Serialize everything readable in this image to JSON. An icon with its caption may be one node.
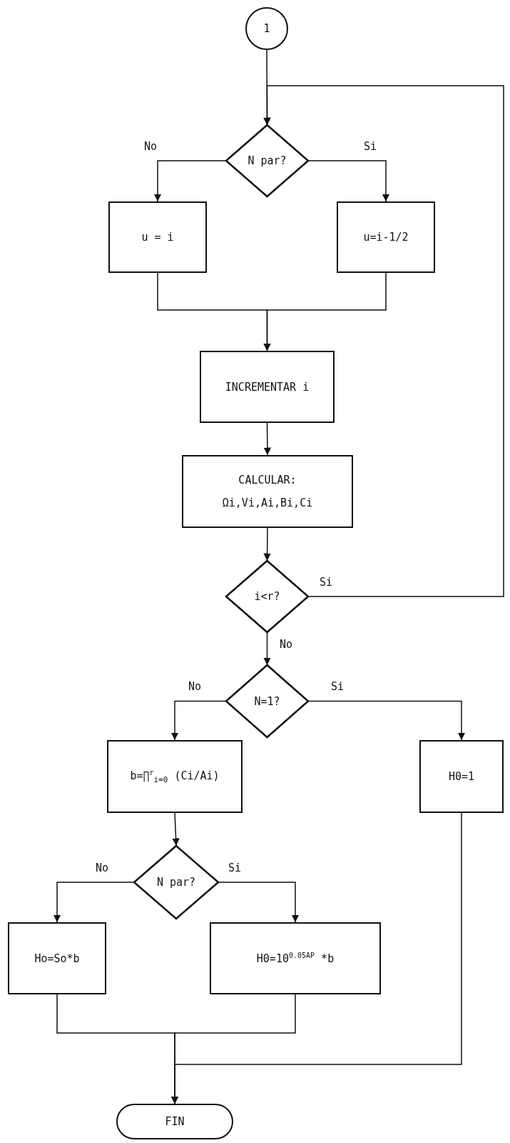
{
  "diagram": {
    "nodes": [
      {
        "text": [
          "1"
        ]
      },
      {
        "text": [
          "N par?"
        ]
      },
      {
        "text": [
          "u = i"
        ]
      },
      {
        "text": [
          "u=i-1/2"
        ]
      },
      {
        "text": [
          "INCREMENTAR i"
        ]
      },
      {
        "text": [
          "CALCULAR:",
          "Ωi,Vi,Ai,Bi,Ci"
        ]
      },
      {
        "text": [
          "i<r?"
        ]
      },
      {
        "text": [
          "N=1?"
        ]
      },
      {
        "text": [
          "b=∏$^{r}$$_{i=0}$ (Ci/Ai)"
        ]
      },
      {
        "text": [
          "H0=1"
        ]
      },
      {
        "text": [
          "N par?"
        ]
      },
      {
        "text": [
          "Ho=So*b"
        ]
      },
      {
        "text": [
          "H0=10$^{0.05AP}$ *b"
        ]
      },
      {
        "text": [
          "FIN"
        ]
      }
    ],
    "edges": [
      {
        "from": 0,
        "to": 1,
        "arrow": "to"
      },
      {
        "from": 1,
        "to": 2,
        "arrow": "to",
        "label": "No"
      },
      {
        "from": 1,
        "to": 3,
        "arrow": "to",
        "label": "Si"
      },
      {
        "from": 2,
        "to": 4,
        "arrow": "to"
      },
      {
        "from": 3,
        "to": 4,
        "arrow": "to"
      },
      {
        "from": 4,
        "to": 5,
        "arrow": "to"
      },
      {
        "from": 5,
        "to": 6,
        "arrow": "to"
      },
      {
        "from": 6,
        "to": 1,
        "arrow": "to",
        "label": "Si"
      },
      {
        "from": 6,
        "to": 7,
        "arrow": "to",
        "label": "No"
      },
      {
        "from": 7,
        "to": 8,
        "arrow": "to",
        "label": "No"
      },
      {
        "from": 7,
        "to": 9,
        "arrow": "to",
        "label": "Si"
      },
      {
        "from": 8,
        "to": 10,
        "arrow": "to"
      },
      {
        "from": 10,
        "to": 11,
        "arrow": "to",
        "label": "No"
      },
      {
        "from": 10,
        "to": 12,
        "arrow": "to",
        "label": "Si"
      },
      {
        "from": 11,
        "to": 13,
        "arrow": "to"
      },
      {
        "from": 12,
        "to": 13,
        "arrow": "to"
      },
      {
        "from": 9,
        "to": 13,
        "arrow": "to"
      }
    ]
  }
}
